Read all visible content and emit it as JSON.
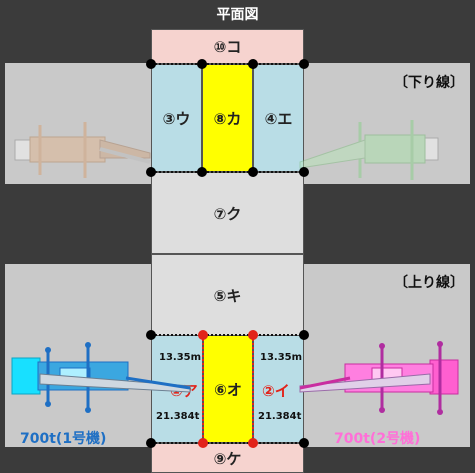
{
  "title": "平面図",
  "tracks": {
    "down": "〔下り線〕",
    "up": "〔上り線〕"
  },
  "zones": {
    "z10": "⑩コ",
    "z3": "③ウ",
    "z8": "⑧カ",
    "z4": "④エ",
    "z7": "⑦ク",
    "z5": "⑤キ",
    "z6": "⑥オ",
    "z9": "⑨ケ",
    "z1": "①ア",
    "z2": "②イ"
  },
  "annotations": {
    "left_span": "13.35m",
    "left_weight": "21.384t",
    "right_span": "13.35m",
    "right_weight": "21.384t"
  },
  "cranes": {
    "left": "700t(1号機)",
    "right": "700t(2号機)"
  },
  "colors": {
    "background": "#3b3b3b",
    "track_band": "#c9c9c9",
    "deck": "#dedede",
    "pink_zone": "#f6d3cf",
    "blue_zone": "#b9dde6",
    "yellow_zone": "#ffff00",
    "crane_left": "#1e6fc4",
    "crane_right": "#ff6fd8",
    "red_label": "#e2231a"
  }
}
